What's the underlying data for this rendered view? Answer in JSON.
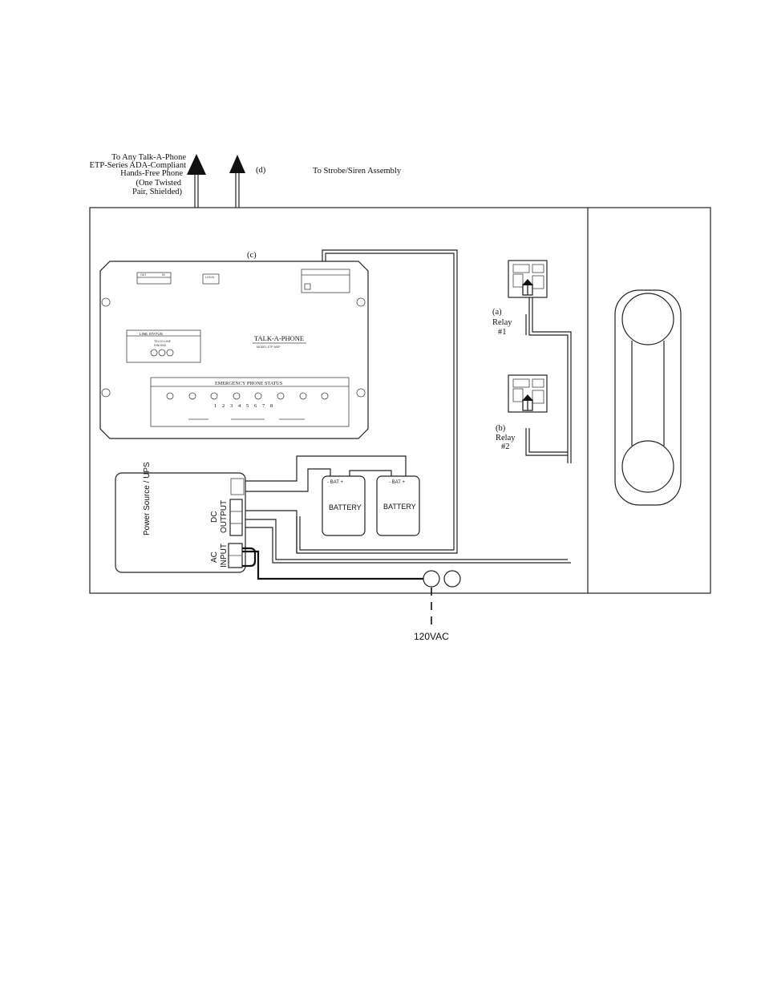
{
  "labels": {
    "phone_line1": "To Any Talk-A-Phone",
    "phone_line2": "ETP-Series ADA-Compliant",
    "phone_line3": "Hands-Free Phone",
    "phone_line4": "(One Twisted",
    "phone_line5": "Pair, Shielded)",
    "d": "(d)",
    "strobe": "To Strobe/Siren Assembly",
    "c": "(c)",
    "relay1_a": "(a)",
    "relay1_word": "Relay",
    "relay1_num": "#1",
    "relay2_b": "(b)",
    "relay2_word": "Relay",
    "relay2_num": "#2",
    "power_source": "Power Source / UPS",
    "dc": "DC",
    "output": "OUTPUT",
    "ac": "AC",
    "input": "INPUT",
    "battery1": "BATTERY",
    "battery2": "BATTERY",
    "bat_terminals": "- BAT +",
    "vac": "120VAC"
  },
  "panel": {
    "brand": "TALK-A-PHONE",
    "model": "MODEL ETP-MSP",
    "line_status": "LINE STATUS",
    "emergency_status": "EMERGENCY PHONE STATUS",
    "numbers": [
      "1",
      "2",
      "3",
      "4",
      "5",
      "6",
      "7",
      "8"
    ],
    "telco": "TELCO LINE",
    "ringing": "RINGING",
    "out": "OUT",
    "in": "IN",
    "local": "LOCAL"
  }
}
